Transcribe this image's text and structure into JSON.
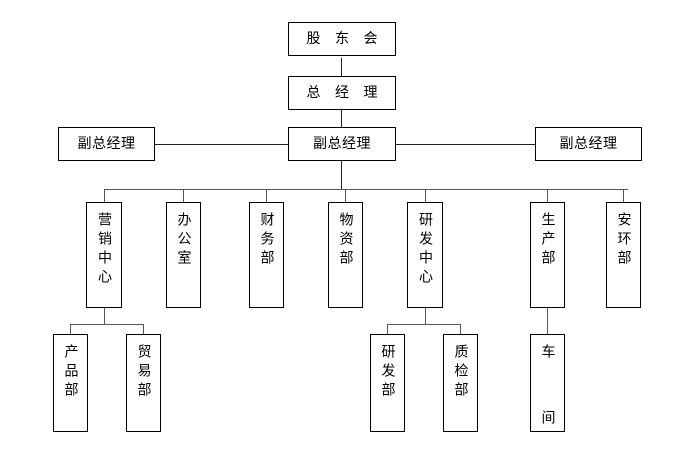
{
  "diagram": {
    "title_text": "",
    "colors": {
      "background": "#ffffff",
      "box_border": "#000000",
      "box_fill": "#ffffff",
      "connector": "#555555",
      "text": "#000000"
    },
    "nodes": {
      "shareholders_meeting": "股 东 会",
      "general_manager": "总 经 理",
      "deputy_manager_left": "副总经理",
      "deputy_manager_center": "副总经理",
      "deputy_manager_right": "副总经理",
      "marketing_center": "营销中心",
      "office": "办公室",
      "finance_department": "财务部",
      "materials_department": "物资部",
      "rnd_center": "研发中心",
      "production_department": "生产部",
      "safety_environment_department": "安环部",
      "product_department": "产品部",
      "trade_department": "贸易部",
      "rnd_department": "研发部",
      "quality_inspection_department": "质检部",
      "workshop": "车 间"
    }
  }
}
